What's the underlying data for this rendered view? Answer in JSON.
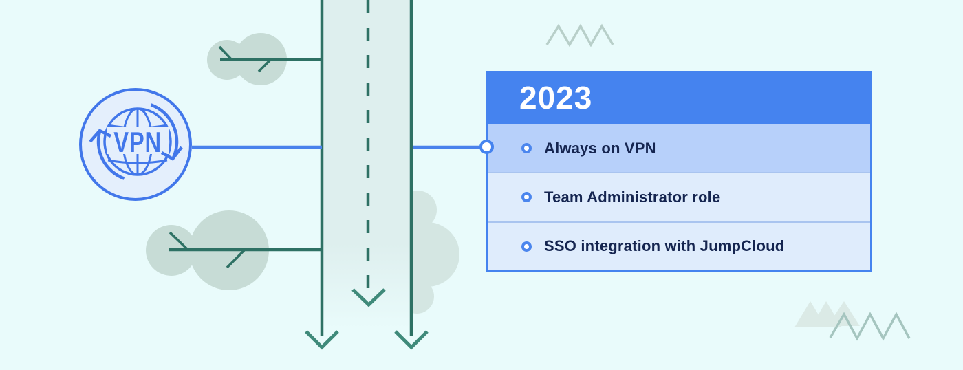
{
  "badge": {
    "label": "VPN"
  },
  "card": {
    "year": "2023",
    "items": [
      {
        "label": "Always on VPN"
      },
      {
        "label": "Team Administrator role"
      },
      {
        "label": "SSO integration with JumpCloud"
      }
    ]
  },
  "icons": {
    "badge_icon": "vpn-globe-sync-icon",
    "bullet_icon": "ring-bullet-icon",
    "decorations": [
      "road-with-arrows",
      "dashed-center-line",
      "tree-branch",
      "cloud",
      "mountains",
      "zigzag"
    ]
  },
  "colors": {
    "background": "#e9fbfb",
    "road_band": "#deefee",
    "line_teal": "#2e7164",
    "arrow_green": "#3f8a7a",
    "accent_blue": "#4583ef",
    "connector_blue": "#4a82ec",
    "highlight_row": "#b7d0fa",
    "row_bg": "#dfecfc",
    "text_navy": "#152550",
    "foliage_green": "#c7dcd6",
    "zigzag_gray": "#b8cfc9"
  }
}
